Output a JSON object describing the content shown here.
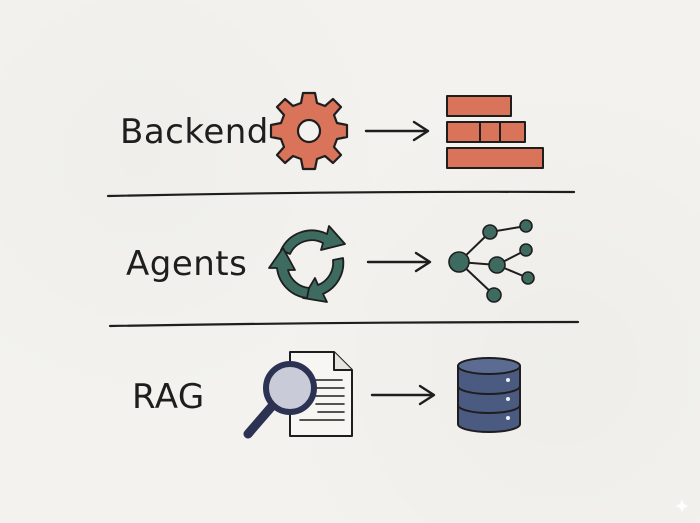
{
  "rows": [
    {
      "label": "Backend",
      "left_icon": "gear-icon",
      "right_icon": "brick-wall-icon"
    },
    {
      "label": "Agents",
      "left_icon": "cycle-arrows-icon",
      "right_icon": "node-graph-icon"
    },
    {
      "label": "RAG",
      "left_icon": "document-search-icon",
      "right_icon": "database-icon"
    }
  ],
  "colors": {
    "ink": "#1e1e1e",
    "brick": "#d9735a",
    "gear": "#d9735a",
    "teal": "#3e6b60",
    "database": "#4a5a80",
    "magnifier_glass": "#c9ccd8",
    "paper": "#f7f6f2"
  },
  "corner_mark_icon": "sparkle-icon"
}
